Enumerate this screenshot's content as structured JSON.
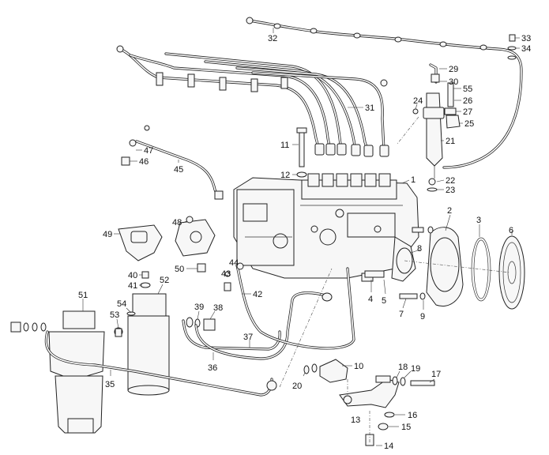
{
  "callouts": [
    {
      "id": "c1",
      "label": "1"
    },
    {
      "id": "c2",
      "label": "2"
    },
    {
      "id": "c3",
      "label": "3"
    },
    {
      "id": "c4",
      "label": "4"
    },
    {
      "id": "c5",
      "label": "5"
    },
    {
      "id": "c6",
      "label": "6"
    },
    {
      "id": "c7",
      "label": "7"
    },
    {
      "id": "c8",
      "label": "8"
    },
    {
      "id": "c9",
      "label": "9"
    },
    {
      "id": "c10",
      "label": "10"
    },
    {
      "id": "c11",
      "label": "11"
    },
    {
      "id": "c12",
      "label": "12"
    },
    {
      "id": "c13",
      "label": "13"
    },
    {
      "id": "c14",
      "label": "14"
    },
    {
      "id": "c15",
      "label": "15"
    },
    {
      "id": "c16",
      "label": "16"
    },
    {
      "id": "c17",
      "label": "17"
    },
    {
      "id": "c18",
      "label": "18"
    },
    {
      "id": "c19",
      "label": "19"
    },
    {
      "id": "c20",
      "label": "20"
    },
    {
      "id": "c21",
      "label": "21"
    },
    {
      "id": "c22",
      "label": "22"
    },
    {
      "id": "c23",
      "label": "23"
    },
    {
      "id": "c24",
      "label": "24"
    },
    {
      "id": "c25",
      "label": "25"
    },
    {
      "id": "c26",
      "label": "26"
    },
    {
      "id": "c27",
      "label": "27"
    },
    {
      "id": "c29",
      "label": "29"
    },
    {
      "id": "c30",
      "label": "30"
    },
    {
      "id": "c31",
      "label": "31"
    },
    {
      "id": "c32",
      "label": "32"
    },
    {
      "id": "c33",
      "label": "33"
    },
    {
      "id": "c34",
      "label": "34"
    },
    {
      "id": "c35",
      "label": "35"
    },
    {
      "id": "c36",
      "label": "36"
    },
    {
      "id": "c37",
      "label": "37"
    },
    {
      "id": "c38",
      "label": "38"
    },
    {
      "id": "c39",
      "label": "39"
    },
    {
      "id": "c40",
      "label": "40"
    },
    {
      "id": "c41",
      "label": "41"
    },
    {
      "id": "c42",
      "label": "42"
    },
    {
      "id": "c43",
      "label": "43"
    },
    {
      "id": "c44",
      "label": "44"
    },
    {
      "id": "c45",
      "label": "45"
    },
    {
      "id": "c46",
      "label": "46"
    },
    {
      "id": "c47",
      "label": "47"
    },
    {
      "id": "c48",
      "label": "48"
    },
    {
      "id": "c49",
      "label": "49"
    },
    {
      "id": "c50",
      "label": "50"
    },
    {
      "id": "c51",
      "label": "51"
    },
    {
      "id": "c52",
      "label": "52"
    },
    {
      "id": "c53",
      "label": "53"
    },
    {
      "id": "c54",
      "label": "54"
    },
    {
      "id": "c55",
      "label": "55"
    }
  ]
}
